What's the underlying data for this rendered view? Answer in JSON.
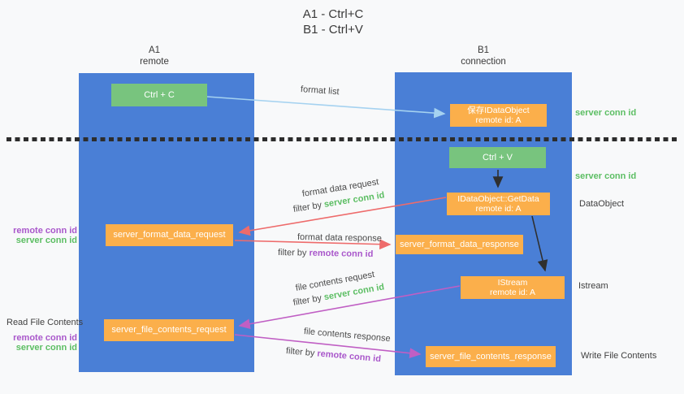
{
  "title": {
    "line1": "A1 - Ctrl+C",
    "line2": "B1 - Ctrl+V"
  },
  "lifelines": {
    "a1": {
      "name": "A1",
      "role": "remote"
    },
    "b1": {
      "name": "B1",
      "role": "connection"
    }
  },
  "nodes": {
    "ctrl_c": {
      "label": "Ctrl + C"
    },
    "save_idataobject": {
      "line1": "保存IDataObject",
      "line2": "remote id: A"
    },
    "ctrl_v": {
      "label": "Ctrl + V"
    },
    "idataobject_getdata": {
      "line1": "IDataObject::GetData",
      "line2": "remote id: A"
    },
    "server_format_data_request": {
      "label": "server_format_data_request"
    },
    "server_format_data_response": {
      "label": "server_format_data_response"
    },
    "istream": {
      "line1": "IStream",
      "line2": "remote id: A"
    },
    "server_file_contents_request": {
      "label": "server_file_contents_request"
    },
    "server_file_contents_response": {
      "label": "server_file_contents_response"
    }
  },
  "edges": {
    "format_list": "format list",
    "format_data_request": "format data request",
    "format_data_response": "format data response",
    "file_contents_request": "file contents request",
    "file_contents_response": "file contents response",
    "filter_by": "filter by ",
    "server_conn_id": "server conn id",
    "remote_conn_id": "remote conn id"
  },
  "annotations": {
    "server_conn_id_top": "server conn id",
    "server_conn_id_mid": "server conn id",
    "dataobject": "DataObject",
    "istream": "Istream",
    "write_file_contents": "Write File Contents",
    "read_file_contents": "Read File Contents",
    "left_mid": {
      "remote_conn_id": "remote conn id",
      "server_conn_id": "server conn id"
    },
    "left_bottom": {
      "remote_conn_id": "remote conn id",
      "server_conn_id": "server conn id"
    }
  },
  "colors": {
    "lifeline_blue": "#4a7fd6",
    "node_green": "#78c47e",
    "node_orange": "#fbaf4b",
    "arrow_red": "#ee6b6b",
    "arrow_magenta": "#c05fc4",
    "arrow_lightblue": "#a5d2f0",
    "arrow_black": "#2f2f2f",
    "text_green": "#5cbe63",
    "text_purple": "#a957cb",
    "text_dark": "#3f3f3f",
    "background": "#f8f9fa"
  }
}
